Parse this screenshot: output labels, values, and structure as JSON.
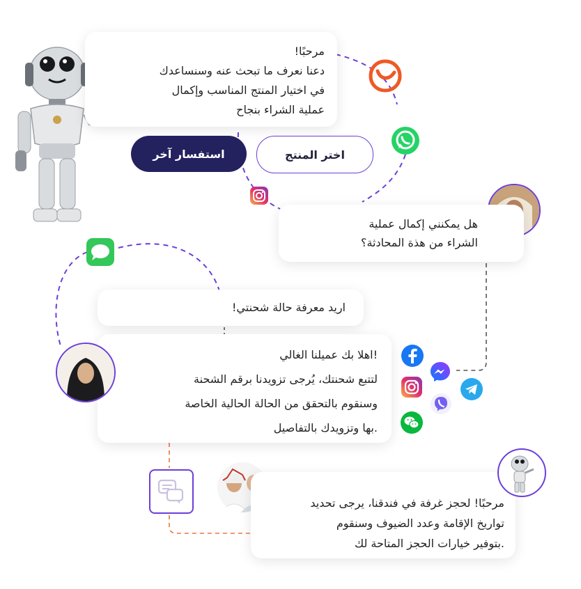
{
  "bubble_welcome": {
    "lines": [
      "مرحبًا!",
      "دعنا نعرف ما تبحث عنه وسنساعدك",
      "في اختيار المنتج المناسب وإكمال",
      "عملية الشراء بنجاح"
    ]
  },
  "buttons": {
    "choose_product": "اختر المنتج",
    "other_inquiry": "استفسار آخر"
  },
  "bubble_checkout": {
    "lines": [
      "هل يمكنني إكمال عملية",
      "الشراء من هذة المحادثة؟"
    ]
  },
  "bubble_shipment_question": {
    "text": "اريد معرفة حالة شحنتي!"
  },
  "bubble_shipment_reply": {
    "lines": [
      "!اهلا بك عميلنا الغالي",
      "لتتبع شحنتك، يُرجى تزويدنا برقم الشحنة",
      "وسنقوم بالتحقق من الحالة الحالية الخاصة",
      ".بها وتزويدك بالتفاصيل"
    ]
  },
  "bubble_hotel": {
    "lines": [
      "مرحبًا!  لحجز غرفة في فندقنا، يرجى تحديد",
      "تواريخ الإقامة  وعدد الضيوف وسنقوم",
      ".بتوفير خيارات الحجز المتاحة لك"
    ]
  },
  "icons": [
    "robot-figure",
    "hotjar-icon",
    "whatsapp-icon",
    "instagram-icon",
    "imessage-icon",
    "facebook-icon",
    "messenger-icon",
    "telegram-icon",
    "viber-icon",
    "wechat-icon",
    "chat-bubbles-icon",
    "man-avatar",
    "woman-avatar",
    "men-avatar",
    "robot-avatar"
  ],
  "colors": {
    "accent": "#6b3fd9",
    "dark_button": "#23215e",
    "connector_orange": "#e8773a",
    "connector_gray": "#6a6a7a"
  }
}
